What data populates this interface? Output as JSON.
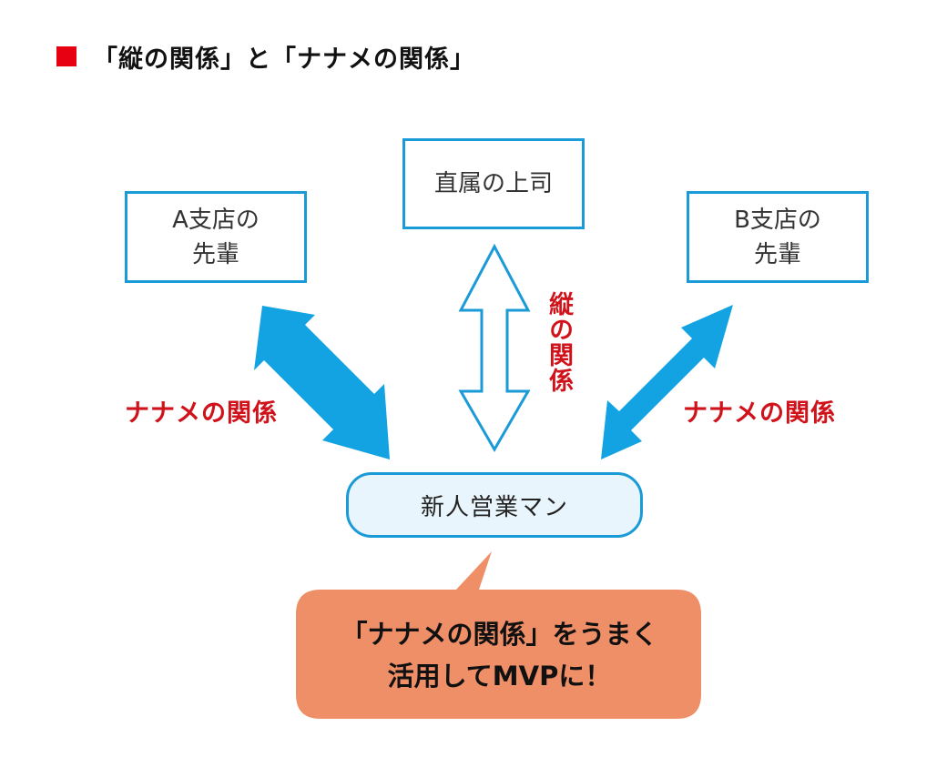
{
  "header": {
    "title": "「縦の関係」と「ナナメの関係」",
    "marker_color": "#e60012"
  },
  "nodes": {
    "boss": {
      "label": "直属の上司"
    },
    "senior_a": {
      "line1": "A支店の",
      "line2": "先輩"
    },
    "senior_b": {
      "line1": "B支店の",
      "line2": "先輩"
    },
    "newbie": {
      "label": "新人営業マン"
    }
  },
  "relations": {
    "vertical": {
      "label": "縦の関係",
      "color": "#d0121b"
    },
    "diagonal_left": {
      "label": "ナナメの関係",
      "color": "#d0121b"
    },
    "diagonal_right": {
      "label": "ナナメの関係",
      "color": "#d0121b"
    }
  },
  "callout": {
    "line1": "「ナナメの関係」をうまく",
    "line2": "活用してMVPに！",
    "color": "#ef8f68"
  },
  "colors": {
    "border_blue": "#1a9ad6",
    "arrow_blue": "#13a3e3",
    "label_red": "#d0121b"
  }
}
